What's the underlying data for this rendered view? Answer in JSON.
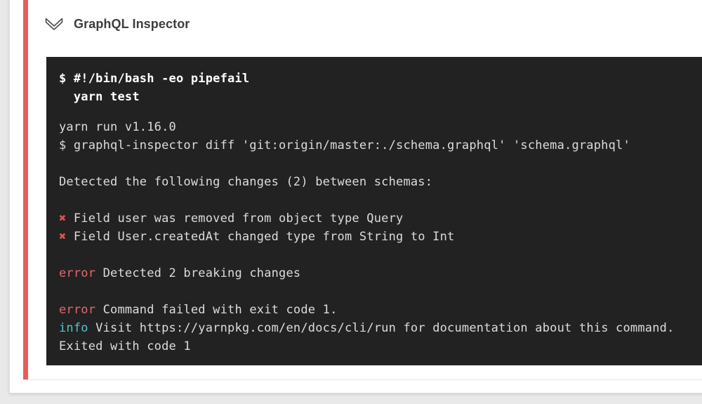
{
  "header": {
    "title": "GraphQL Inspector",
    "chevron_icon": "chevron-down-icon"
  },
  "colors": {
    "accent_red": "#e85c5c",
    "terminal_bg": "#222222",
    "terminal_text": "#dcdcdc",
    "error_red": "#e0696e",
    "cross_red": "#e14f4f",
    "info_cyan": "#54c3cf",
    "page_bg": "#e9e9e9"
  },
  "terminal": {
    "command_lines": [
      "$ #!/bin/bash -eo pipefail",
      "  yarn test"
    ],
    "run_version": "yarn run v1.16.0",
    "diff_command": "$ graphql-inspector diff 'git:origin/master:./schema.graphql' 'schema.graphql'",
    "detected_heading": "Detected the following changes (2) between schemas:",
    "breaking_changes": [
      {
        "mark": "✖",
        "text": " Field user was removed from object type Query"
      },
      {
        "mark": "✖",
        "text": " Field User.createdAt changed type from String to Int"
      }
    ],
    "error_summary": {
      "label": "error",
      "text": " Detected 2 breaking changes"
    },
    "error_exit": {
      "label": "error",
      "text": " Command failed with exit code 1."
    },
    "info_line": {
      "label": "info",
      "text": " Visit https://yarnpkg.com/en/docs/cli/run for documentation about this command."
    },
    "exited_line": "Exited with code 1"
  }
}
